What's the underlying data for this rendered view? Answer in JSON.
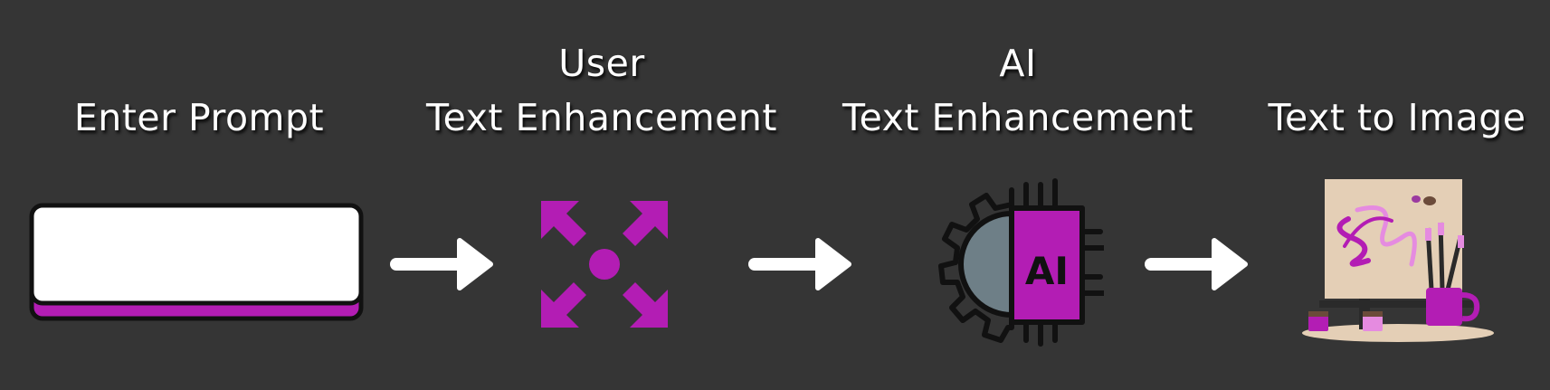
{
  "steps": [
    {
      "line1": "",
      "line2": "Enter Prompt",
      "icon": "prompt-box-icon"
    },
    {
      "line1": "User",
      "line2": "Text Enhancement",
      "icon": "expand-arrows-icon"
    },
    {
      "line1": "AI",
      "line2": "Text Enhancement",
      "icon": "ai-gear-chip-icon"
    },
    {
      "line1": "",
      "line2": "Text to Image",
      "icon": "painting-easel-icon"
    }
  ],
  "arrows": [
    "right-arrow-icon",
    "right-arrow-icon",
    "right-arrow-icon"
  ],
  "colors": {
    "background": "#353535",
    "accent": "#B31DB4",
    "text": "#FFFFFF",
    "gear": "#6E7F87"
  }
}
